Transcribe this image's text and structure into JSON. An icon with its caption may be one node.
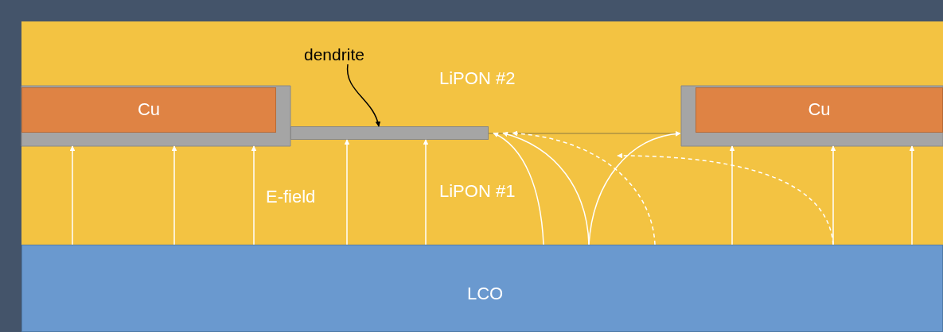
{
  "diagram": {
    "nodes": [
      {
        "text": [
          "Cu"
        ]
      },
      {
        "text": [
          "Cu"
        ]
      },
      {
        "text": [
          "dendrite"
        ]
      },
      {
        "text": [],
        "shape": "bar"
      },
      {
        "text": [
          "LCO"
        ]
      }
    ],
    "edges": [
      {
        "from": 2,
        "to": 3,
        "arrow": "to",
        "color": "#000000"
      },
      {
        "from": 4,
        "to": 0,
        "arrow": "to"
      },
      {
        "from": 4,
        "to": 0,
        "arrow": "to"
      },
      {
        "from": 4,
        "to": 0,
        "arrow": "to"
      },
      {
        "from": 4,
        "to": 3,
        "arrow": "to"
      },
      {
        "from": 4,
        "to": 3,
        "arrow": "to"
      },
      {
        "from": 4,
        "to": 3,
        "arrow": "to"
      },
      {
        "from": 4,
        "to": 3,
        "arrow": "to"
      },
      {
        "from": 4,
        "to": 3,
        "arrow": "to",
        "style": "dashed"
      },
      {
        "from": 4,
        "to": 1,
        "arrow": "to"
      },
      {
        "from": 4,
        "to": null,
        "arrow": "to",
        "style": "dashed"
      },
      {
        "from": 4,
        "to": 1,
        "arrow": "to"
      },
      {
        "from": 4,
        "to": 1,
        "arrow": "to"
      },
      {
        "from": 4,
        "to": 1,
        "arrow": "to"
      }
    ],
    "labels": [
      "LiPON #2",
      "E-field",
      "LiPON #1"
    ]
  }
}
